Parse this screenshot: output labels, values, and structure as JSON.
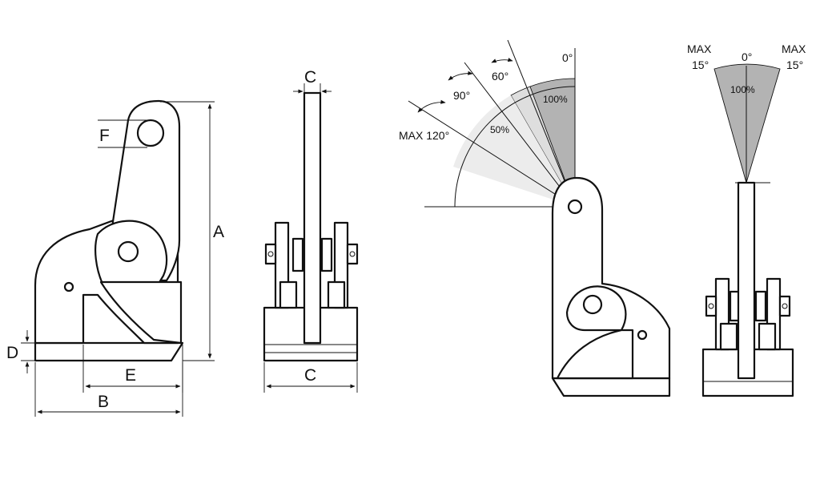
{
  "dimensions": {
    "a": "A",
    "b": "B",
    "c_top": "C",
    "c_bottom": "C",
    "d": "D",
    "e": "E",
    "f": "F"
  },
  "angles": {
    "zero_left": "0°",
    "deg60": "60°",
    "deg90": "90°",
    "max120": "MAX 120°",
    "pct100_left": "100%",
    "pct50": "50%",
    "max_left": "MAX",
    "deg15_left": "15°",
    "zero_right": "0°",
    "max_right": "MAX",
    "deg15_right": "15°",
    "pct100_right": "100%"
  },
  "colors": {
    "line": "#111111",
    "sector_dark": "#b3b3b3",
    "sector_light": "#dedede",
    "background": "#ffffff"
  }
}
